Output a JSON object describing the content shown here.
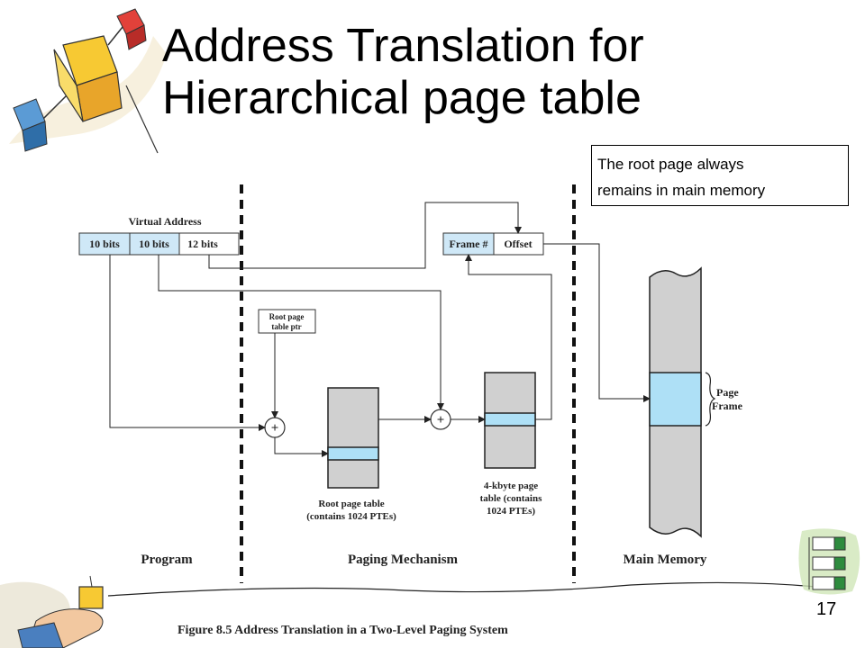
{
  "slide": {
    "title_line1": "Address Translation for",
    "title_line2": "Hierarchical page table",
    "note_line1": "The root page always",
    "note_line2": "remains in main memory",
    "page_number": "17"
  },
  "diagram": {
    "virtual_address_label": "Virtual Address",
    "va_fields": [
      "10 bits",
      "10 bits",
      "12 bits"
    ],
    "physical_fields": [
      "Frame #",
      "Offset"
    ],
    "root_ptr_line1": "Root page",
    "root_ptr_line2": "table ptr",
    "adder_symbol": "+",
    "root_table_line1": "Root page table",
    "root_table_line2": "(contains 1024 PTEs)",
    "second_table_line1": "4-kbyte page",
    "second_table_line2": "table (contains",
    "second_table_line3": "1024 PTEs)",
    "page_frame_line1": "Page",
    "page_frame_line2": "Frame",
    "sections": [
      "Program",
      "Paging Mechanism",
      "Main Memory"
    ],
    "caption": "Figure 8.5  Address Translation in a Two-Level Paging System"
  },
  "colors": {
    "field_fill": "#cfe8f7",
    "table_gray": "#d0d0d0",
    "highlight_blue": "#aee0f6"
  },
  "icons": [
    "cube-decoration-icon",
    "hand-holding-cube-icon",
    "stacked-boxes-icon"
  ]
}
